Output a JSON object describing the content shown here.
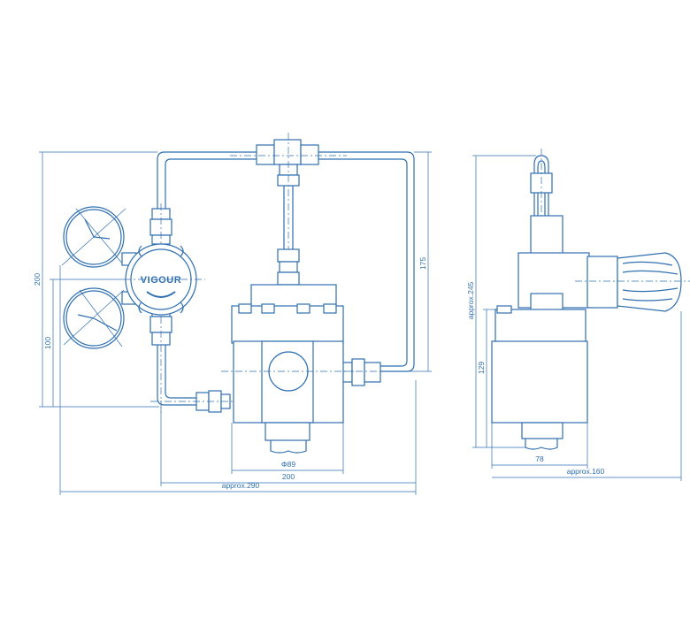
{
  "brand": "VIGOUR",
  "front_view": {
    "dimensions": {
      "width_total": "approx.290",
      "width_body_span": "200",
      "body_diameter": "Φ89",
      "height_total": "200",
      "height_lower": "100",
      "height_tube": "175"
    }
  },
  "side_view": {
    "dimensions": {
      "height_total": "approx.245",
      "height_body": "129",
      "width_body": "78",
      "width_total": "approx.160"
    }
  },
  "colors": {
    "line": "#2f6fb0",
    "background": "#ffffff"
  }
}
